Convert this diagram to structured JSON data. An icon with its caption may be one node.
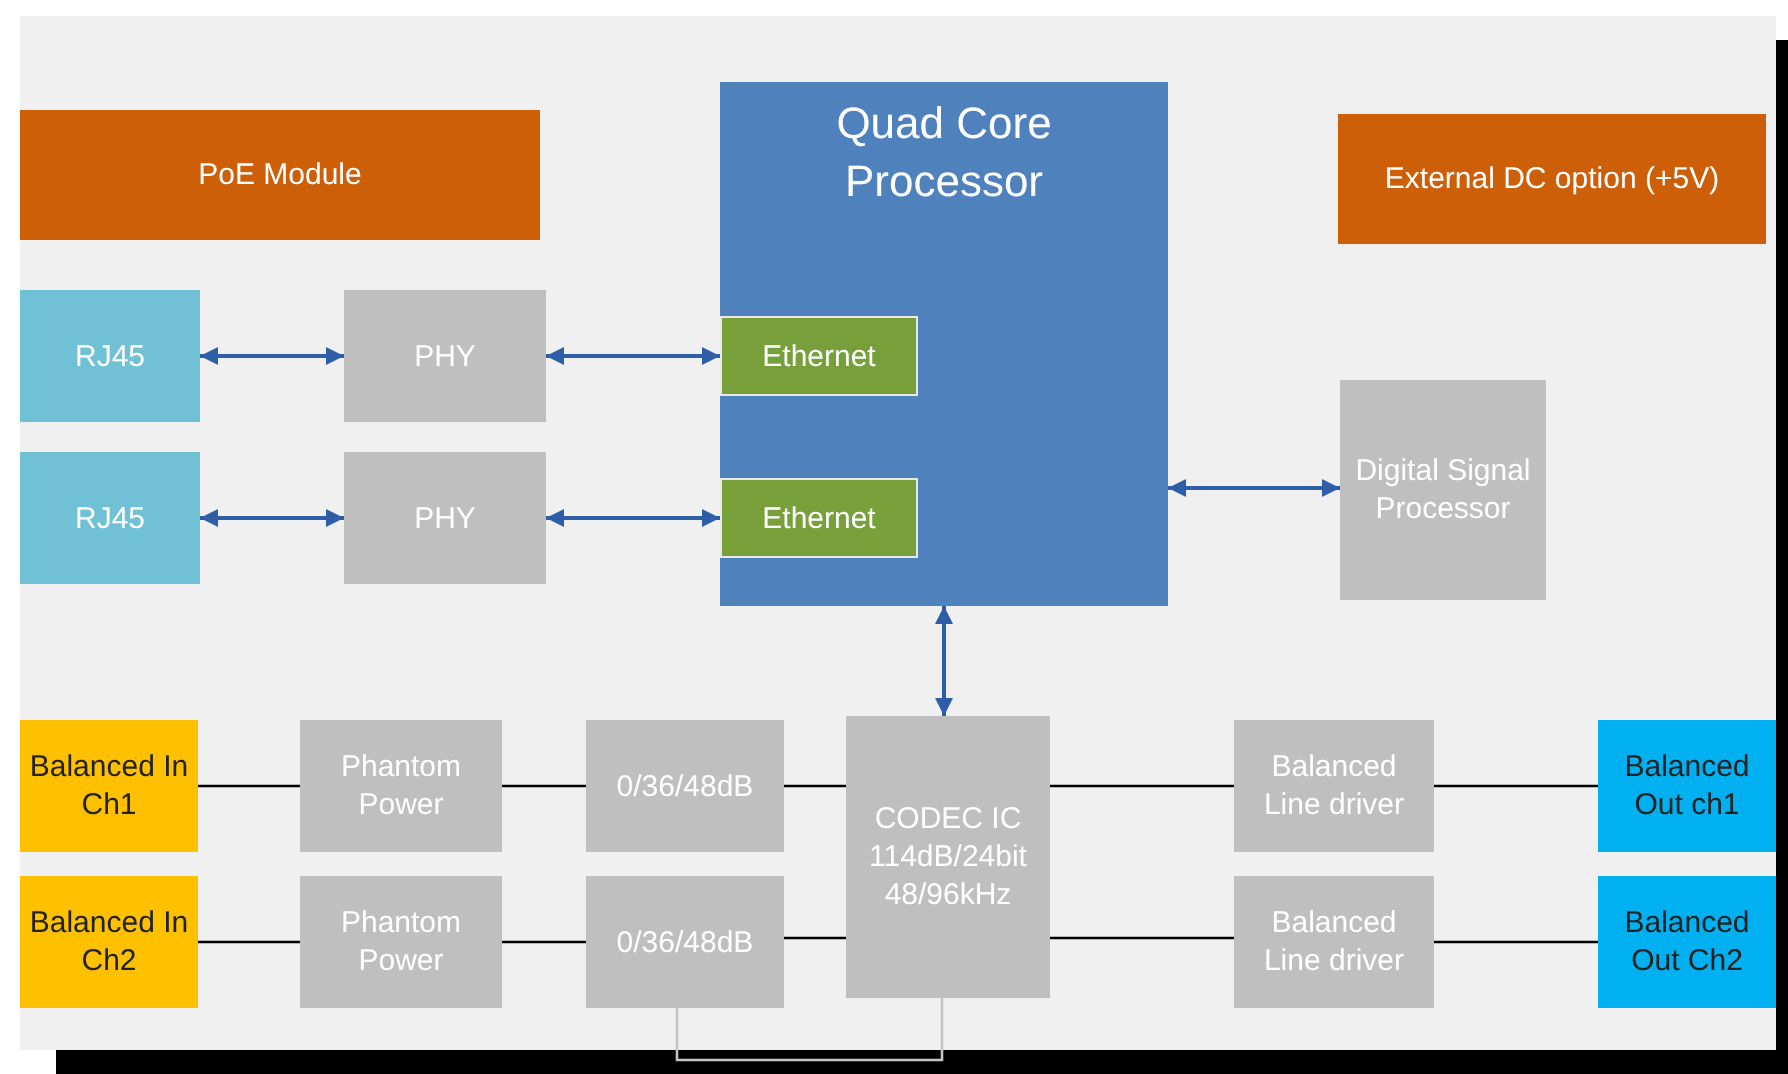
{
  "diagram": {
    "nodes": [
      {
        "text": [
          "PoE Module"
        ]
      },
      {
        "text": [
          "Quad Core Processor"
        ]
      },
      {
        "text": [
          "External DC option (+5V)"
        ]
      },
      {
        "text": [
          "RJ45"
        ]
      },
      {
        "text": [
          "PHY"
        ]
      },
      {
        "text": [
          "Ethernet"
        ],
        "in": 1
      },
      {
        "text": [
          "RJ45"
        ]
      },
      {
        "text": [
          "PHY"
        ]
      },
      {
        "text": [
          "Ethernet"
        ],
        "in": 1
      },
      {
        "text": [
          "Digital Signal Processor"
        ]
      },
      {
        "text": [
          "Balanced In Ch1"
        ]
      },
      {
        "text": [
          "Phantom Power"
        ]
      },
      {
        "text": [
          "0/36/48dB"
        ]
      },
      {
        "text": [
          "CODEC IC 114dB/24bit 48/96kHz"
        ]
      },
      {
        "text": [
          "Balanced Line driver"
        ]
      },
      {
        "text": [
          "Balanced Out ch1"
        ]
      },
      {
        "text": [
          "Balanced In Ch2"
        ]
      },
      {
        "text": [
          "Phantom Power"
        ]
      },
      {
        "text": [
          "0/36/48dB"
        ]
      },
      {
        "text": [
          "Balanced Line driver"
        ]
      },
      {
        "text": [
          "Balanced Out Ch2"
        ]
      }
    ],
    "edges": [
      {
        "from": 3,
        "to": 4,
        "arrow": "both",
        "color": "#2f5ea8"
      },
      {
        "from": 4,
        "to": 5,
        "arrow": "both",
        "color": "#2f5ea8"
      },
      {
        "from": 6,
        "to": 7,
        "arrow": "both",
        "color": "#2f5ea8"
      },
      {
        "from": 7,
        "to": 8,
        "arrow": "both",
        "color": "#2f5ea8"
      },
      {
        "from": 1,
        "to": 9,
        "arrow": "both",
        "color": "#2f5ea8"
      },
      {
        "from": 1,
        "to": 13,
        "arrow": "both",
        "color": "#2f5ea8"
      },
      {
        "from": 10,
        "to": 11,
        "arrow": "none"
      },
      {
        "from": 11,
        "to": 12,
        "arrow": "none"
      },
      {
        "from": 12,
        "to": 13,
        "arrow": "none"
      },
      {
        "from": 13,
        "to": 14,
        "arrow": "none"
      },
      {
        "from": 14,
        "to": 15,
        "arrow": "none"
      },
      {
        "from": 16,
        "to": 17,
        "arrow": "none"
      },
      {
        "from": 17,
        "to": 18,
        "arrow": "none"
      },
      {
        "from": 18,
        "to": 13,
        "arrow": "none"
      },
      {
        "from": 13,
        "to": 19,
        "arrow": "none"
      },
      {
        "from": 19,
        "to": 20,
        "arrow": "none"
      },
      {
        "from": 18,
        "to": 13,
        "arrow": "none",
        "color": "#c4c4c4"
      }
    ]
  }
}
